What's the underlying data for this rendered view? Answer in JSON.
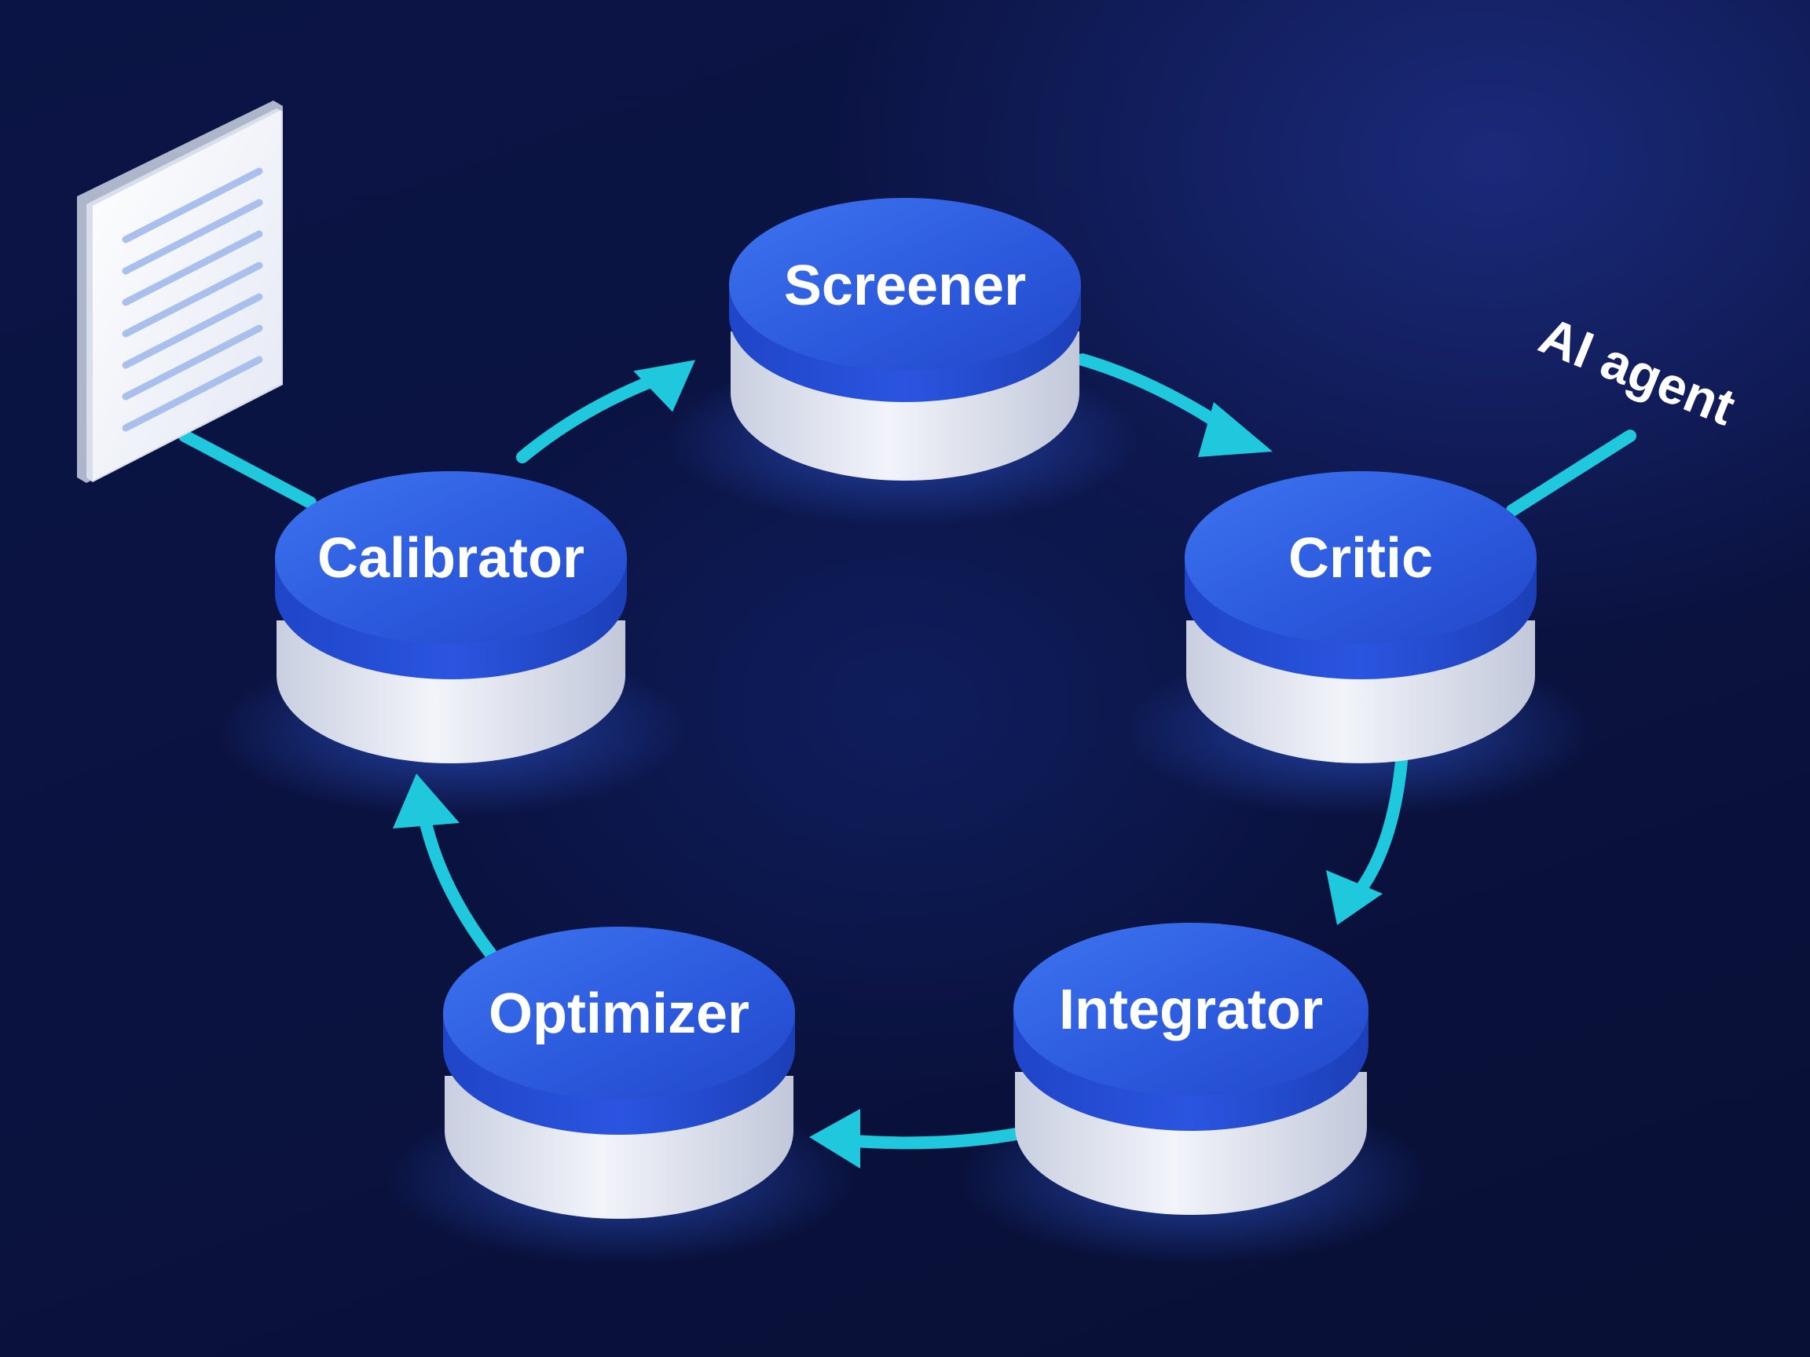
{
  "nodes": [
    {
      "id": "screener",
      "label": "Screener"
    },
    {
      "id": "critic",
      "label": "Critic"
    },
    {
      "id": "integrator",
      "label": "Integrator"
    },
    {
      "id": "optimizer",
      "label": "Optimizer"
    },
    {
      "id": "calibrator",
      "label": "Calibrator"
    }
  ],
  "edges": [
    {
      "from": "calibrator",
      "to": "screener"
    },
    {
      "from": "screener",
      "to": "critic"
    },
    {
      "from": "critic",
      "to": "integrator"
    },
    {
      "from": "integrator",
      "to": "optimizer"
    },
    {
      "from": "optimizer",
      "to": "calibrator"
    }
  ],
  "external": {
    "agent_label": "AI agent",
    "document_icon": "document-icon"
  },
  "colors": {
    "disc_top": "#2f5fe0",
    "disc_base": "#e6e9f2",
    "arrow": "#1fc8dc",
    "background": "#0a1240"
  }
}
